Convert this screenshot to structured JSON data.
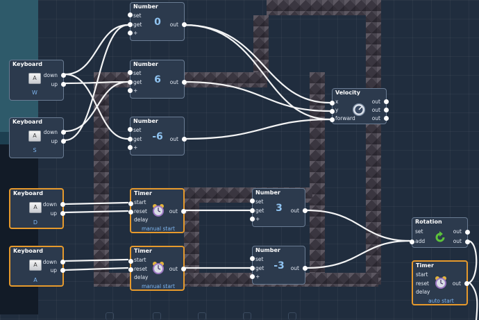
{
  "nodes": {
    "kb_w": {
      "title": "Keyboard",
      "key_cap": "A",
      "letter": "W",
      "outputs": [
        "down",
        "up"
      ]
    },
    "kb_s": {
      "title": "Keyboard",
      "key_cap": "A",
      "letter": "S",
      "outputs": [
        "down",
        "up"
      ]
    },
    "kb_d": {
      "title": "Keyboard",
      "key_cap": "A",
      "letter": "D",
      "outputs": [
        "down",
        "up"
      ]
    },
    "kb_a": {
      "title": "Keyboard",
      "key_cap": "A",
      "letter": "A",
      "outputs": [
        "down",
        "up"
      ]
    },
    "num_0": {
      "title": "Number",
      "value": "0",
      "inputs": [
        "set",
        "get",
        "+"
      ],
      "output": "out"
    },
    "num_6": {
      "title": "Number",
      "value": "6",
      "inputs": [
        "set",
        "get",
        "+"
      ],
      "output": "out"
    },
    "num_m6": {
      "title": "Number",
      "value": "-6",
      "inputs": [
        "set",
        "get",
        "+"
      ],
      "output": "out"
    },
    "num_3": {
      "title": "Number",
      "value": "3",
      "inputs": [
        "set",
        "get",
        "+"
      ],
      "output": "out"
    },
    "num_m3": {
      "title": "Number",
      "value": "-3",
      "inputs": [
        "set",
        "get",
        "+"
      ],
      "output": "out"
    },
    "timer_1": {
      "title": "Timer",
      "inputs": [
        "start",
        "reset",
        "delay"
      ],
      "output": "out",
      "mode": "manual start"
    },
    "timer_2": {
      "title": "Timer",
      "inputs": [
        "start",
        "reset",
        "delay"
      ],
      "output": "out",
      "mode": "manual start"
    },
    "timer_3": {
      "title": "Timer",
      "inputs": [
        "start",
        "reset",
        "delay"
      ],
      "output": "out",
      "mode": "auto start"
    },
    "velocity": {
      "title": "Velocity",
      "inputs": [
        "x",
        "y",
        "forward"
      ],
      "outputs": [
        "out",
        "out",
        "out"
      ]
    },
    "rotation": {
      "title": "Rotation",
      "inputs": [
        "set",
        "add"
      ],
      "outputs": [
        "out",
        "out"
      ]
    }
  },
  "colors": {
    "background": "#202d3e",
    "node_fill": "#2c3a4d",
    "node_border": "#6a7c93",
    "selected_border": "#e79a2c",
    "value_text": "#8fc3f0",
    "wire": "#ffffff"
  },
  "icons": {
    "timer": "alarm-clock-icon",
    "velocity": "speedometer-icon",
    "rotation": "rotate-arrow-icon",
    "keyboard": "keyboard-key-icon"
  }
}
